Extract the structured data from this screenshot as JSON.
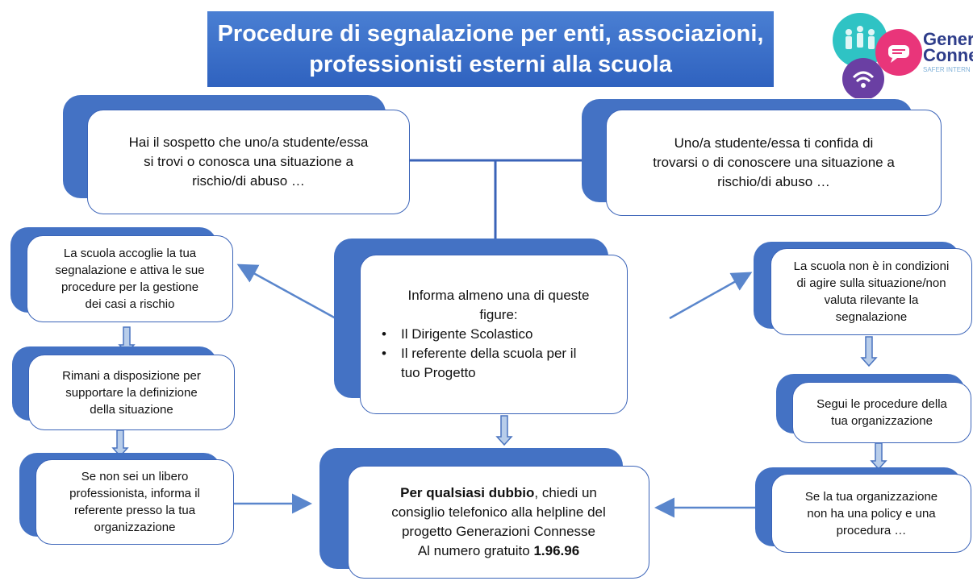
{
  "title": {
    "line1": "Procedure di segnalazione per enti, associazioni,",
    "line2": "professionisti esterni alla scuola"
  },
  "logo": {
    "text1": "Genera",
    "text2": "Conne",
    "text3": "SAFER INTERN",
    "icons": [
      "people-icon",
      "chat-bubble-icon",
      "wifi-icon"
    ],
    "colors": {
      "teal": "#2fc3c4",
      "pink": "#e9357a",
      "purple": "#6a3fa3",
      "navy": "#2e3d8a"
    }
  },
  "top_left": {
    "line1": "Hai il sospetto che uno/a studente/essa",
    "line2": "si trovi o conosca una situazione a",
    "line3": "rischio/di abuso …"
  },
  "top_right": {
    "line1": "Uno/a studente/essa ti confida di",
    "line2": "trovarsi o di conoscere una situazione a",
    "line3": "rischio/di abuso …"
  },
  "central": {
    "intro1": "Informa almeno una di queste",
    "intro2": "figure:",
    "bullet1": "Il Dirigente Scolastico",
    "bullet2a": "Il referente della scuola per il",
    "bullet2b": "tuo Progetto"
  },
  "left": {
    "box1": {
      "line1": "La scuola accoglie la tua",
      "line2": "segnalazione e attiva le sue",
      "line3": "procedure per la gestione",
      "line4": "dei casi a rischio"
    },
    "box2": {
      "line1": "Rimani a disposizione per",
      "line2": "supportare la definizione",
      "line3": "della situazione"
    },
    "box3": {
      "line1": "Se non sei un libero",
      "line2": "professionista, informa il",
      "line3": "referente presso la tua",
      "line4": "organizzazione"
    }
  },
  "right": {
    "box1": {
      "line1": "La scuola non è in condizioni",
      "line2": "di agire sulla situazione/non",
      "line3": "valuta rilevante la",
      "line4": "segnalazione"
    },
    "box2": {
      "line1": "Segui le procedure della",
      "line2": "tua organizzazione"
    },
    "box3": {
      "line1": "Se la tua organizzazione",
      "line2": "non ha una policy e una",
      "line3": "procedura …"
    }
  },
  "bottom": {
    "line1_bold": "Per qualsiasi dubbio",
    "line1_rest": ", chiedi un",
    "line2": "consiglio telefonico alla helpline  del",
    "line3": "progetto Generazioni Connesse",
    "line4_prefix": "Al numero gratuito ",
    "line4_number": "1.96.96"
  },
  "colors": {
    "banner": "#3a6cc6",
    "accent": "#4472c4",
    "box_border": "#3a63b8",
    "arrow": "#5a86cc",
    "down_arrow_fill": "#b8cdea"
  }
}
